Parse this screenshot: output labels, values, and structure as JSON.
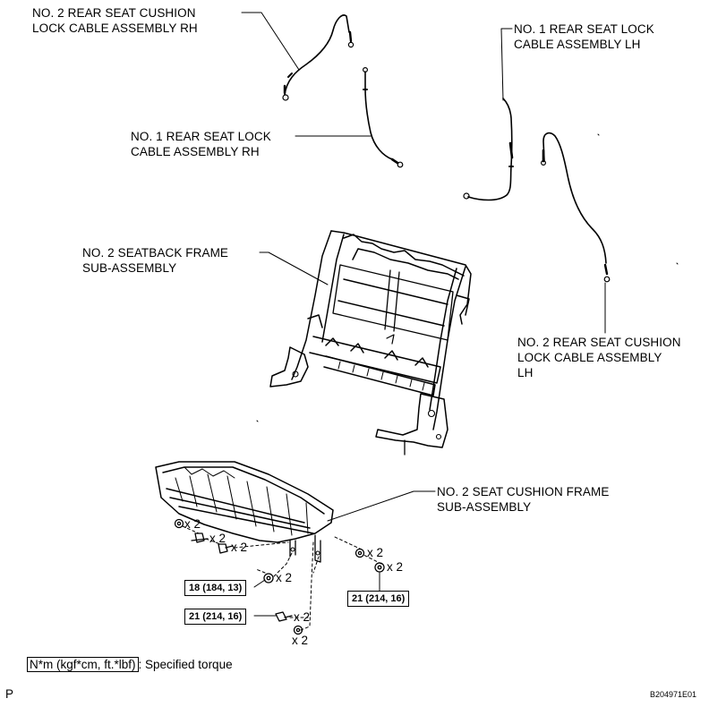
{
  "parts": {
    "cushion_lock_cable_rh": [
      "NO. 2 REAR SEAT CUSHION",
      "LOCK CABLE ASSEMBLY RH"
    ],
    "lock_cable_lh": [
      "NO. 1 REAR SEAT LOCK",
      "CABLE ASSEMBLY LH"
    ],
    "lock_cable_rh": [
      "NO. 1 REAR SEAT LOCK",
      "CABLE ASSEMBLY RH"
    ],
    "seatback_frame": [
      "NO. 2 SEATBACK FRAME",
      "SUB-ASSEMBLY"
    ],
    "cushion_lock_cable_lh": [
      "NO. 2 REAR SEAT CUSHION",
      "LOCK CABLE ASSEMBLY",
      "LH"
    ],
    "cushion_frame": [
      "NO. 2 SEAT CUSHION FRAME",
      "SUB-ASSEMBLY"
    ]
  },
  "quantities": {
    "q1": "x 2",
    "q2": "x 2",
    "q3": "x 2",
    "q4": "x 2",
    "q5": "x 2",
    "q6": "x 2",
    "q7": "x 2",
    "q8": "x 2"
  },
  "torques": {
    "t1": "18 (184, 13)",
    "t2": "21 (214, 16)",
    "t3": "21 (214, 16)"
  },
  "legend": {
    "unit": "N*m (kgf*cm, ft.*lbf)",
    "text": ": Specified torque"
  },
  "footer": {
    "left_mark": "P",
    "figure_id": "B204971E01"
  }
}
